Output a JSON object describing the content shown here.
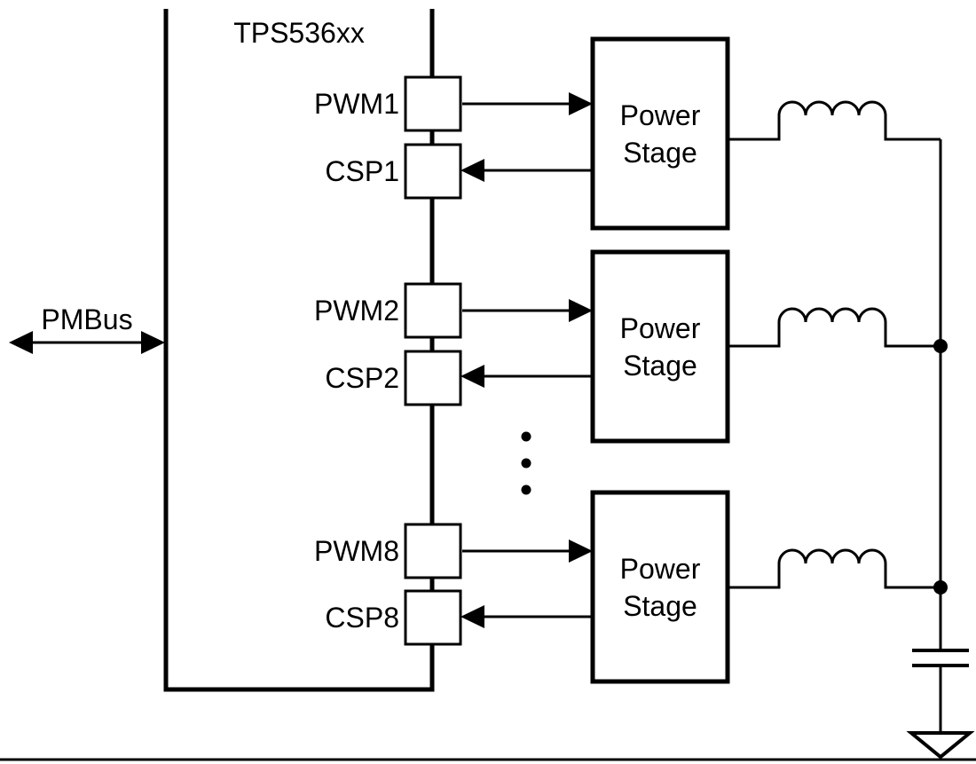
{
  "diagram": {
    "title": "TPS536xx",
    "bus": {
      "label": "PMBus"
    },
    "power_stage": {
      "line1": "Power",
      "line2": "Stage"
    },
    "channels": [
      {
        "pwm_label": "PWM1",
        "csp_label": "CSP1"
      },
      {
        "pwm_label": "PWM2",
        "csp_label": "CSP2"
      },
      {
        "pwm_label": "PWM8",
        "csp_label": "CSP8"
      }
    ],
    "colors": {
      "ink": "#000000",
      "background": "#ffffff"
    }
  }
}
